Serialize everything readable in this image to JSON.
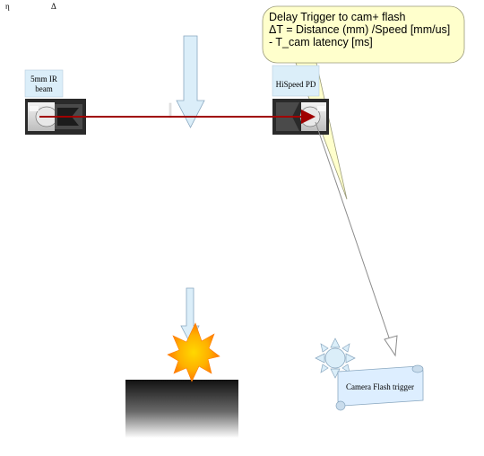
{
  "corner_marks": {
    "eta": "η",
    "delta": "Δ"
  },
  "ir_beam": {
    "label_line1": "5mm IR",
    "label_line2": "beam",
    "beam_color": "#a00000"
  },
  "photodiode": {
    "label": "HiSpeed PD"
  },
  "callout": {
    "line1": "Delay Trigger to cam+ flash",
    "line2": "ΔT =  Distance (mm) /Speed [mm/us]",
    "line3": " -  T_cam latency [ms]",
    "fill_color": "#ffffcc"
  },
  "flash_scroll": {
    "label": "Camera Flash trigger",
    "fill_color": "#ddeeff"
  },
  "colors": {
    "arrow_fill": "#dbeef9",
    "arrow_stroke": "#8aa8c0",
    "impact_outer": "#ffcc00",
    "impact_inner": "#ff8c00"
  }
}
